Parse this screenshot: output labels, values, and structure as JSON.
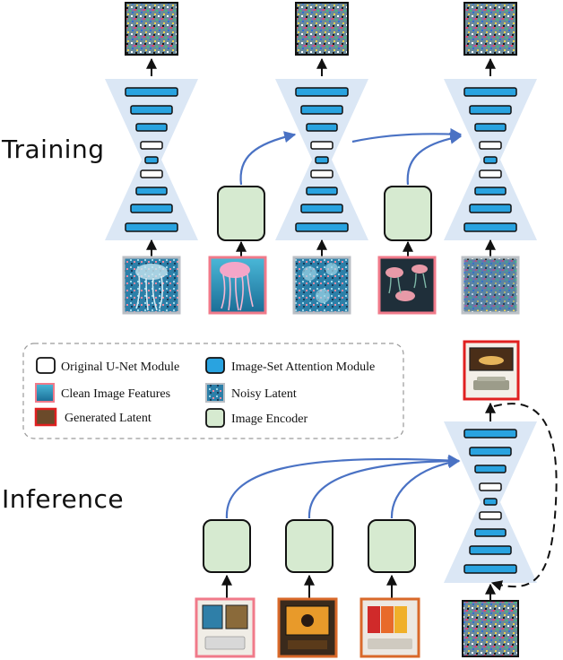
{
  "sections": {
    "training": "Training",
    "inference": "Inference"
  },
  "legend": {
    "original_unet": "Original U-Net Module",
    "image_set_attention": "Image-Set Attention Module",
    "clean_image_features": "Clean Image Features",
    "noisy_latent": "Noisy Latent",
    "generated_latent": "Generated Latent",
    "image_encoder": "Image Encoder"
  },
  "colors": {
    "unet_background": "#dbe7f5",
    "attention_module": "#29a3e0",
    "original_module": "#ffffff",
    "image_encoder": "#d6ead0",
    "clean_feature_border": "#f07a8a",
    "generated_border": "#e02020",
    "reference_border": "#d9692a",
    "noisy_border": "#9aa0a6",
    "arrow_blue": "#4a72c4"
  },
  "icons": {
    "noise": "noise-texture-thumbnail",
    "jellyfish": "jellyfish-thumbnail",
    "room": "living-room-thumbnail"
  }
}
